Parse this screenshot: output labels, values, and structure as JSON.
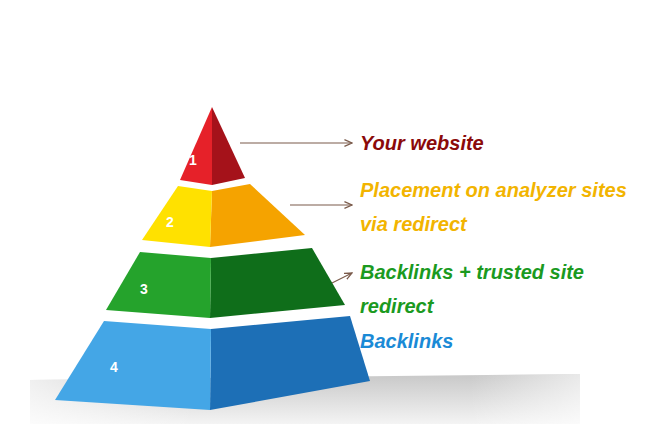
{
  "diagram": {
    "nodes": [
      {
        "text": [
          "1",
          "Your website"
        ]
      },
      {
        "text": [
          "2",
          "Placement on analyzer sites via redirect"
        ]
      },
      {
        "text": [
          "3",
          "Backlinks + trusted site redirect"
        ]
      },
      {
        "text": [
          "4",
          "Backlinks"
        ]
      }
    ]
  }
}
